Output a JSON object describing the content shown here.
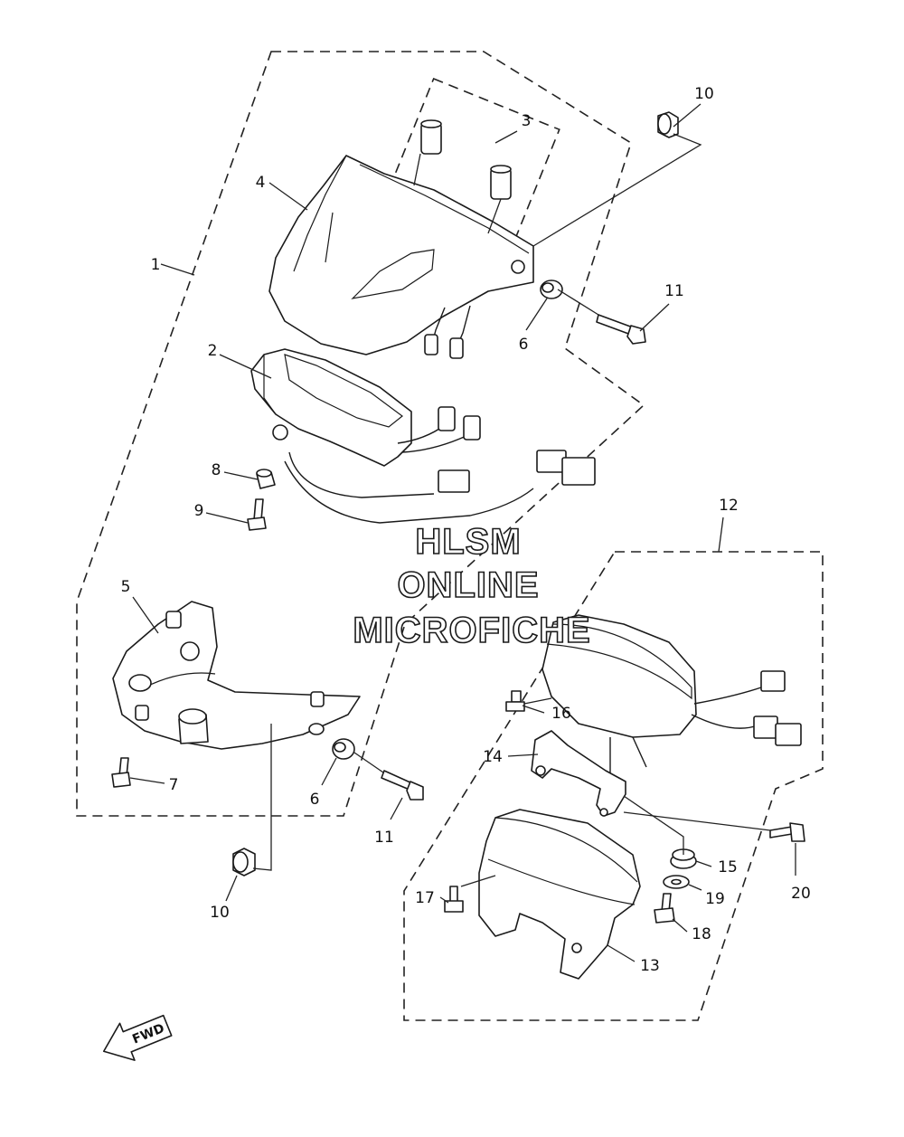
{
  "watermark": {
    "line1": "HLSM",
    "line2": "ONLINE",
    "line3": "MICROFICHE"
  },
  "fwd_label": "FWD",
  "callouts": {
    "c1": "1",
    "c2": "2",
    "c3": "3",
    "c4": "4",
    "c5": "5",
    "c6a": "6",
    "c6b": "6",
    "c7": "7",
    "c8": "8",
    "c9": "9",
    "c10a": "10",
    "c10b": "10",
    "c11a": "11",
    "c11b": "11",
    "c12": "12",
    "c13": "13",
    "c14": "14",
    "c15": "15",
    "c16": "16",
    "c17": "17",
    "c18": "18",
    "c19": "19",
    "c20": "20"
  }
}
